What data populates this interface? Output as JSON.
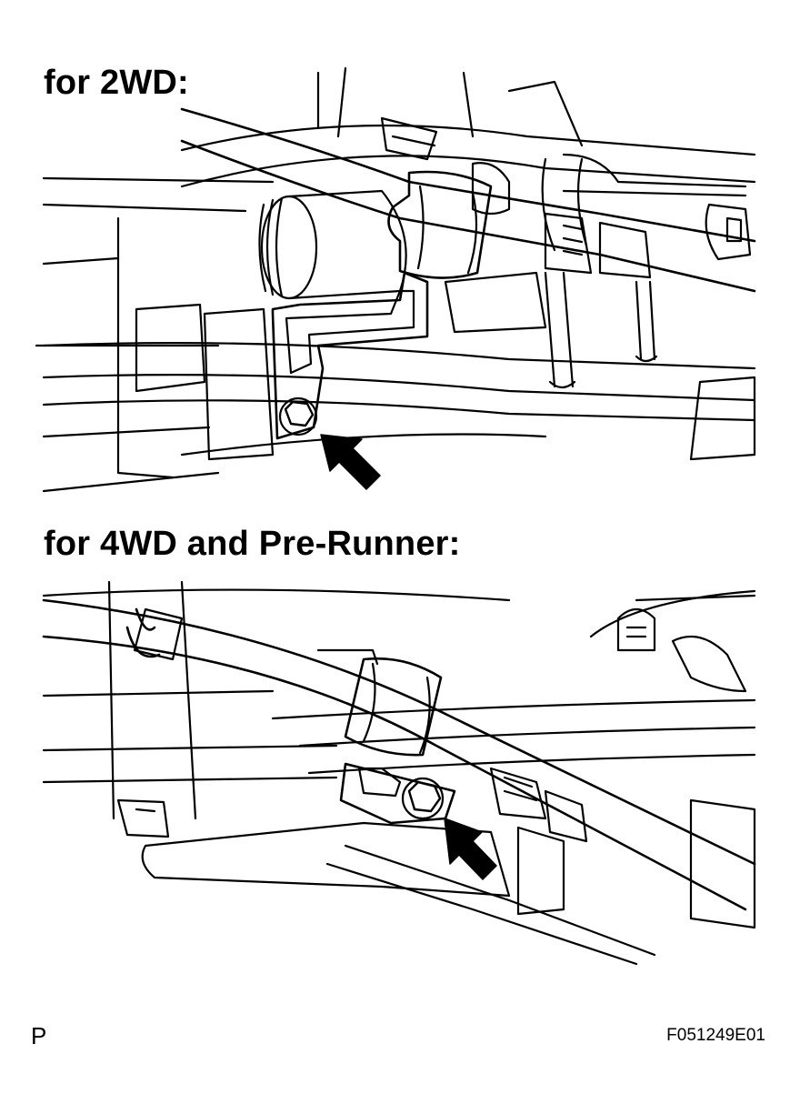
{
  "figure": {
    "heading_2wd": "for 2WD:",
    "heading_4wd": "for 4WD and Pre-Runner:",
    "footer_left": "P",
    "footer_right": "F051249E01"
  },
  "icons": {
    "arrow_2wd": "pointer-arrow-icon",
    "arrow_4wd": "pointer-arrow-icon",
    "bolt_2wd": "hex-bolt-icon",
    "bolt_4wd": "hex-bolt-icon"
  },
  "colors": {
    "line": "#000000",
    "background": "#ffffff"
  }
}
